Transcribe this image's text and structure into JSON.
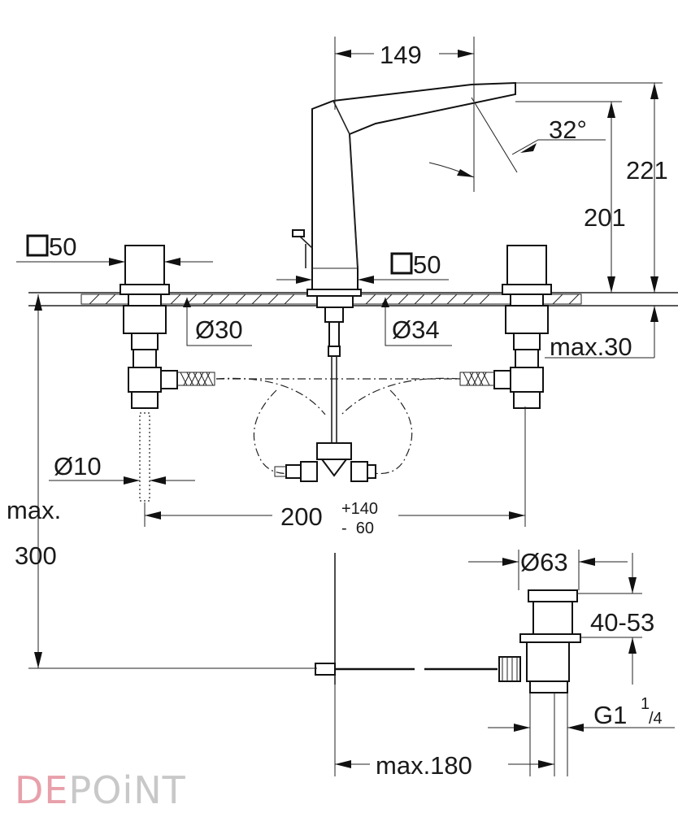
{
  "drawing": {
    "dimensions": {
      "spout_reach": "149",
      "spout_angle": "32°",
      "total_height": "221",
      "spout_height": "201",
      "handle_square": "50",
      "spout_square": "50",
      "handle_hole": "Ø30",
      "spout_hole": "Ø34",
      "deck_thickness": "max.30",
      "supply_pipe": "Ø10",
      "depth_label_1": "max.",
      "depth_label_2": "300",
      "spacing_main": "200",
      "spacing_plus": "+140",
      "spacing_minus": "-  60",
      "waste_diameter": "Ø63",
      "waste_height": "40-53",
      "waste_thread_main": "G1",
      "waste_thread_sup": "1",
      "waste_thread_sub": "/4",
      "pullrod_reach": "max.180"
    },
    "watermark": {
      "red": "DE",
      "grey": "POiNT"
    },
    "colors": {
      "line": "#111111",
      "watermark_red": "#e8a0aa",
      "watermark_grey": "#c8c8c8"
    }
  }
}
